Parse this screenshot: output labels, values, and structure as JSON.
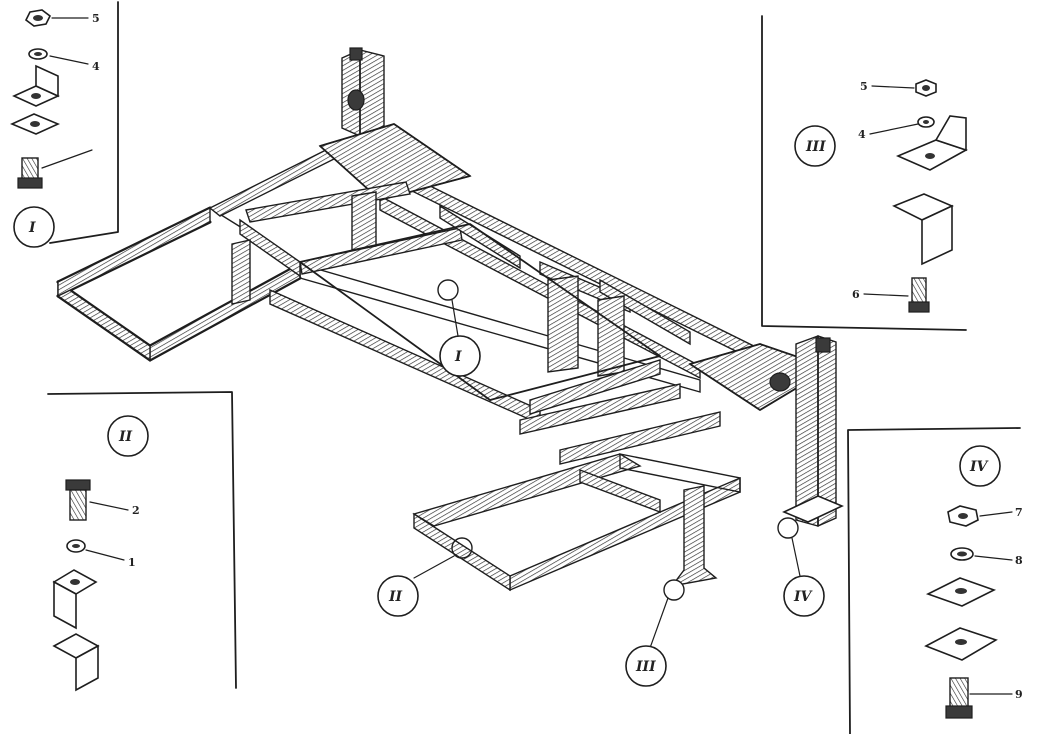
{
  "drawing": {
    "views": [
      "I",
      "II",
      "III",
      "IV"
    ]
  },
  "detail_I": {
    "view_label": "I",
    "callouts": [
      "5",
      "4"
    ]
  },
  "detail_II": {
    "view_label": "II",
    "callouts": [
      "2",
      "1"
    ]
  },
  "detail_III": {
    "view_label": "III",
    "callouts": [
      "5",
      "4",
      "6"
    ]
  },
  "detail_IV": {
    "view_label": "IV",
    "callouts": [
      "7",
      "8",
      "9"
    ]
  },
  "main_callouts": [
    "I",
    "II",
    "III",
    "IV"
  ]
}
